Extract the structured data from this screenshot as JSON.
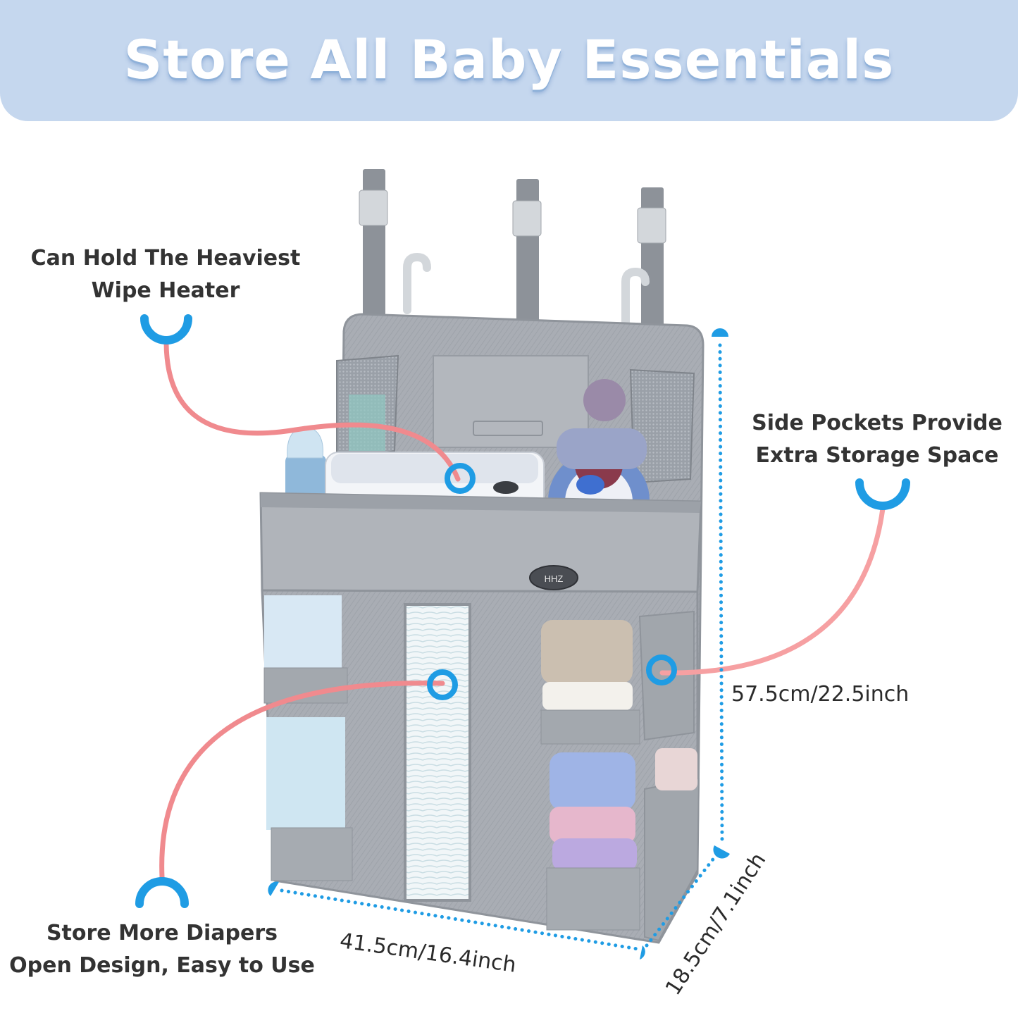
{
  "banner": {
    "title": "Store All Baby Essentials",
    "background": "#c5d7ee"
  },
  "callouts": [
    {
      "id": "wipe-heater",
      "line1": "Can Hold The Heaviest",
      "line2": "Wipe Heater"
    },
    {
      "id": "side-pockets",
      "line1": "Side Pockets Provide",
      "line2": "Extra Storage Space"
    },
    {
      "id": "diapers",
      "line1": "Store More Diapers",
      "line2": "Open Design, Easy to Use"
    }
  ],
  "dimensions": {
    "height": "57.5cm/22.5inch",
    "width": "41.5cm/16.4inch",
    "depth": "18.5cm/7.1inch"
  },
  "product": {
    "brand_badge": "HHZ",
    "fabric_color": "#a9adb4",
    "strap_color": "#8d9299"
  },
  "colors": {
    "accent_blue": "#1f9ce4",
    "connector_pink": "#f08a8e",
    "text_dark": "#333333"
  }
}
